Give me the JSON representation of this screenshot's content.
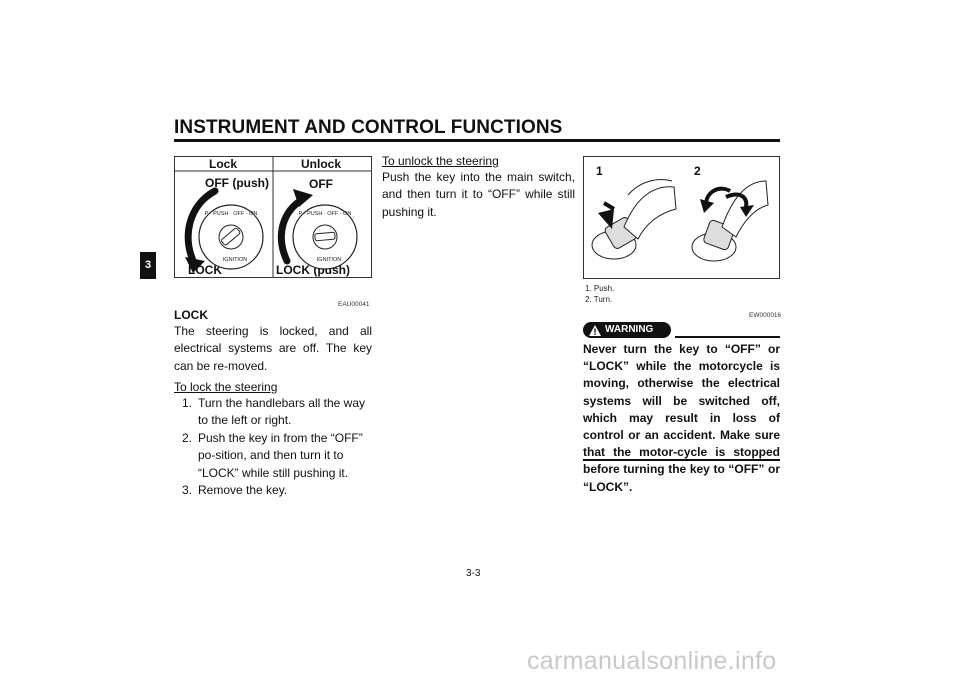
{
  "header": {
    "title": "INSTRUMENT AND CONTROL FUNCTIONS",
    "chapter": "3"
  },
  "figure_left": {
    "lock": "Lock",
    "unlock": "Unlock",
    "off_push": "OFF (push)",
    "off": "OFF",
    "lock_bottom": "LOCK",
    "lock_push": "LOCK (push)",
    "switch_text_left": "P · PUSH · OFF · ON",
    "switch_text_right": "P · PUSH · OFF · ON",
    "ignition_left": "IGNITION",
    "ignition_right": "IGNITION"
  },
  "lock_section": {
    "code": "EAU00041",
    "heading": "LOCK",
    "description": "The steering is locked, and all electrical systems are off. The key can be re-moved.",
    "lock_subheading": "To lock the steering",
    "steps": [
      {
        "num": "1.",
        "text": "Turn the handlebars all the way to the left or right."
      },
      {
        "num": "2.",
        "text": "Push the key in from the “OFF” po-sition, and then turn it to “LOCK” while still pushing it."
      },
      {
        "num": "3.",
        "text": "Remove the key."
      }
    ]
  },
  "unlock_section": {
    "subheading": "To unlock the steering",
    "text": "Push the key into the main switch, and then turn it to “OFF” while still pushing it."
  },
  "figure_right": {
    "label_1": "1",
    "label_2": "2",
    "captions": [
      "1. Push.",
      "2. Turn."
    ]
  },
  "warning": {
    "code": "EW000016",
    "badge": "WARNING",
    "text": "Never turn the key to “OFF” or “LOCK” while the motorcycle is moving, otherwise the electrical systems will be switched off, which may result in loss of control or an accident. Make sure that the motor-cycle is stopped before turning the key to “OFF” or “LOCK”."
  },
  "footer": {
    "page_number": "3-3",
    "watermark": "carmanualsonline.info"
  }
}
